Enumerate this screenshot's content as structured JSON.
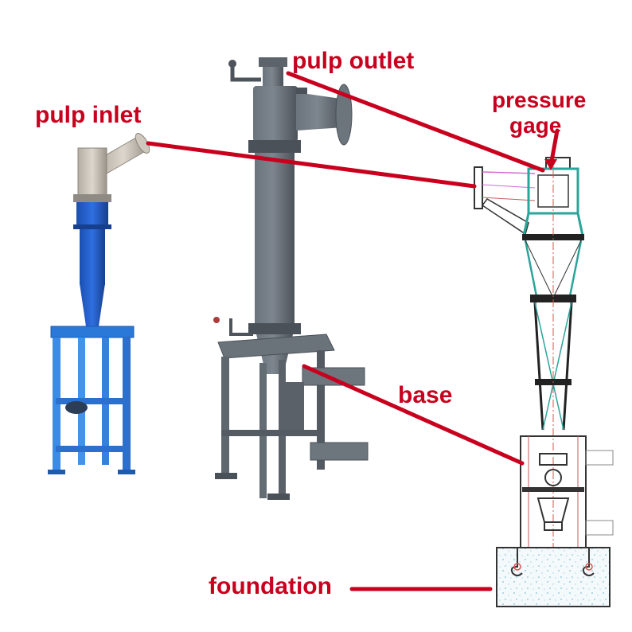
{
  "labels": {
    "pulp_inlet": "pulp inlet",
    "pulp_outlet": "pulp outlet",
    "pressure": "pressure",
    "gage": "gage",
    "base": "base",
    "foundation": "foundation"
  },
  "colors": {
    "label_red": "#c8001e",
    "blue_unit": "#1f5fc4",
    "grey_unit": "#5a626b",
    "drawing_teal": "#2aa59a"
  }
}
